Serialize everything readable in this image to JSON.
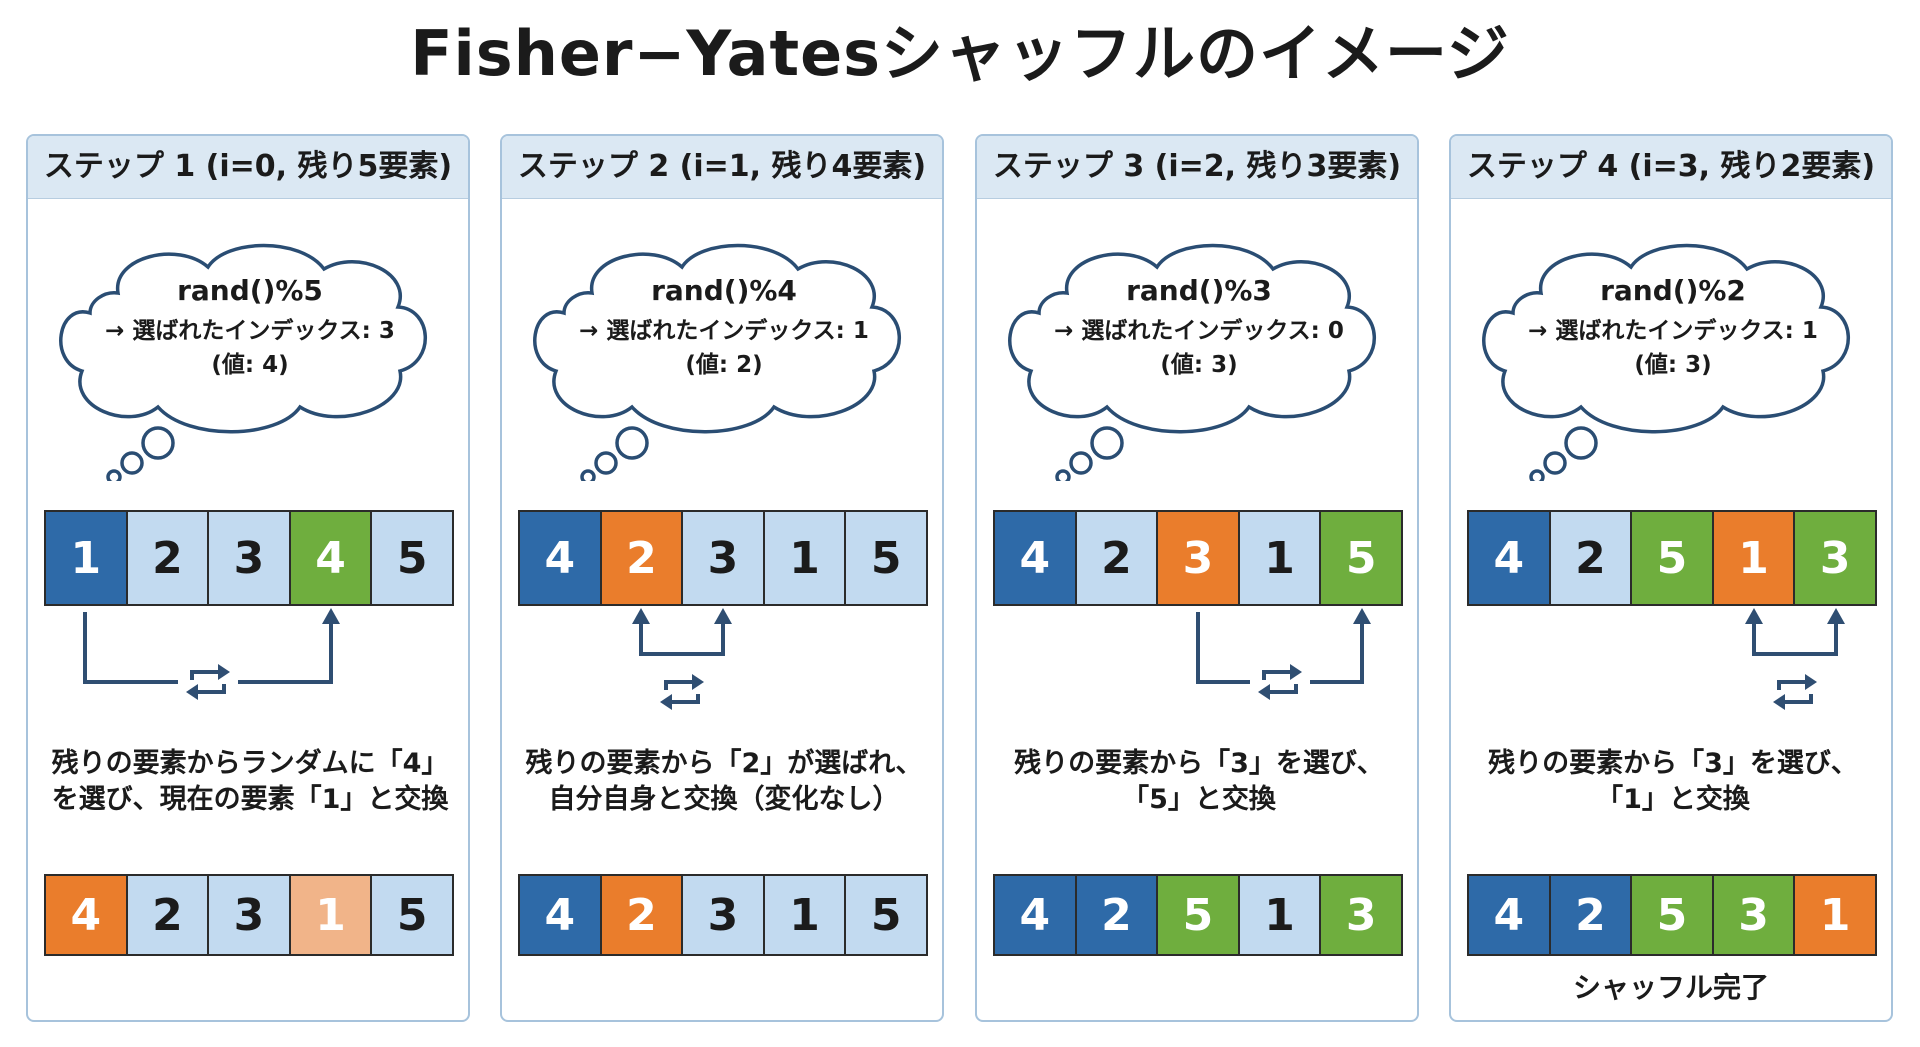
{
  "title": "Fisher−Yatesシャッフルのイメージ",
  "colors": {
    "blue": "#2e6aa8",
    "light": "#c2daf0",
    "green": "#6fae3e",
    "orange": "#ea7d2c",
    "peach": "#f1b489",
    "arrow": "#2f4e72"
  },
  "steps": [
    {
      "header": "ステップ 1 (i=0, 残り5要素)",
      "cloud": [
        "rand()%5",
        "→ 選ばれたインデックス: 3",
        "(値: 4)"
      ],
      "before": [
        {
          "v": "1",
          "c": "blue"
        },
        {
          "v": "2",
          "c": "light"
        },
        {
          "v": "3",
          "c": "light"
        },
        {
          "v": "4",
          "c": "green"
        },
        {
          "v": "5",
          "c": "light"
        }
      ],
      "swap": [
        0,
        3
      ],
      "desc": [
        "残りの要素からランダムに「4」",
        "を選び、現在の要素「1」と交換"
      ],
      "after": [
        {
          "v": "4",
          "c": "orange"
        },
        {
          "v": "2",
          "c": "light"
        },
        {
          "v": "3",
          "c": "light"
        },
        {
          "v": "1",
          "c": "peach"
        },
        {
          "v": "5",
          "c": "light"
        }
      ]
    },
    {
      "header": "ステップ 2 (i=1, 残り4要素)",
      "cloud": [
        "rand()%4",
        "→ 選ばれたインデックス: 1",
        "(値: 2)"
      ],
      "before": [
        {
          "v": "4",
          "c": "blue"
        },
        {
          "v": "2",
          "c": "orange"
        },
        {
          "v": "3",
          "c": "light"
        },
        {
          "v": "1",
          "c": "light"
        },
        {
          "v": "5",
          "c": "light"
        }
      ],
      "swap": [
        1,
        2
      ],
      "desc": [
        "残りの要素から「2」が選ばれ、",
        "自分自身と交換（変化なし）"
      ],
      "after": [
        {
          "v": "4",
          "c": "blue"
        },
        {
          "v": "2",
          "c": "orange"
        },
        {
          "v": "3",
          "c": "light"
        },
        {
          "v": "1",
          "c": "light"
        },
        {
          "v": "5",
          "c": "light"
        }
      ]
    },
    {
      "header": "ステップ 3 (i=2, 残り3要素)",
      "cloud": [
        "rand()%3",
        "→ 選ばれたインデックス: 0",
        "(値: 3)"
      ],
      "before": [
        {
          "v": "4",
          "c": "blue"
        },
        {
          "v": "2",
          "c": "light"
        },
        {
          "v": "3",
          "c": "orange"
        },
        {
          "v": "1",
          "c": "light"
        },
        {
          "v": "5",
          "c": "green"
        }
      ],
      "swap": [
        2,
        4
      ],
      "desc": [
        "残りの要素から「3」を選び、",
        "「5」と交換"
      ],
      "after": [
        {
          "v": "4",
          "c": "blue"
        },
        {
          "v": "2",
          "c": "blue"
        },
        {
          "v": "5",
          "c": "green"
        },
        {
          "v": "1",
          "c": "light"
        },
        {
          "v": "3",
          "c": "green"
        }
      ]
    },
    {
      "header": "ステップ 4 (i=3, 残り2要素)",
      "cloud": [
        "rand()%2",
        "→ 選ばれたインデックス: 1",
        "(値: 3)"
      ],
      "before": [
        {
          "v": "4",
          "c": "blue"
        },
        {
          "v": "2",
          "c": "light"
        },
        {
          "v": "5",
          "c": "green"
        },
        {
          "v": "1",
          "c": "orange"
        },
        {
          "v": "3",
          "c": "green"
        }
      ],
      "swap": [
        3,
        4
      ],
      "desc": [
        "残りの要素から「3」を選び、",
        "「1」と交換"
      ],
      "after": [
        {
          "v": "4",
          "c": "blue"
        },
        {
          "v": "2",
          "c": "blue"
        },
        {
          "v": "5",
          "c": "green"
        },
        {
          "v": "3",
          "c": "green"
        },
        {
          "v": "1",
          "c": "orange"
        }
      ],
      "footer": "シャッフル完了"
    }
  ]
}
